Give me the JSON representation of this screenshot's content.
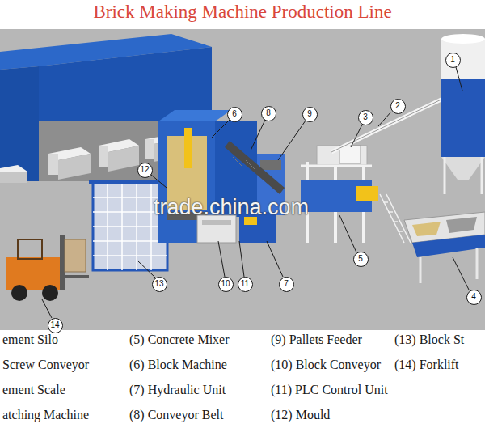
{
  "diagram": {
    "title": "Brick  Making Machine Production  Line",
    "nodes": [
      {
        "text": [
          "1"
        ]
      },
      {
        "text": [
          "2"
        ]
      },
      {
        "text": [
          "3"
        ]
      },
      {
        "text": [
          "4"
        ]
      },
      {
        "text": [
          "5"
        ]
      },
      {
        "text": [
          "6"
        ]
      },
      {
        "text": [
          "7"
        ]
      },
      {
        "text": [
          "8"
        ]
      },
      {
        "text": [
          "9"
        ]
      },
      {
        "text": [
          "10"
        ]
      },
      {
        "text": [
          "11"
        ]
      },
      {
        "text": [
          "12"
        ]
      },
      {
        "text": [
          "13"
        ]
      },
      {
        "text": [
          "14"
        ]
      }
    ],
    "labels": [
      "ement Silo",
      "Screw Conveyor",
      "ement  Scale",
      "atching Machine",
      "(5) Concrete Mixer",
      "(6) Block Machine",
      "(7) Hydraulic Unit",
      "(8) Conveyor Belt",
      "(9) Pallets  Feeder",
      "(10) Block Conveyor",
      "(11) PLC Control Unit",
      "(12) Mould",
      "(13) Block St",
      "(14) Forklift",
      "trade.china.com"
    ]
  }
}
